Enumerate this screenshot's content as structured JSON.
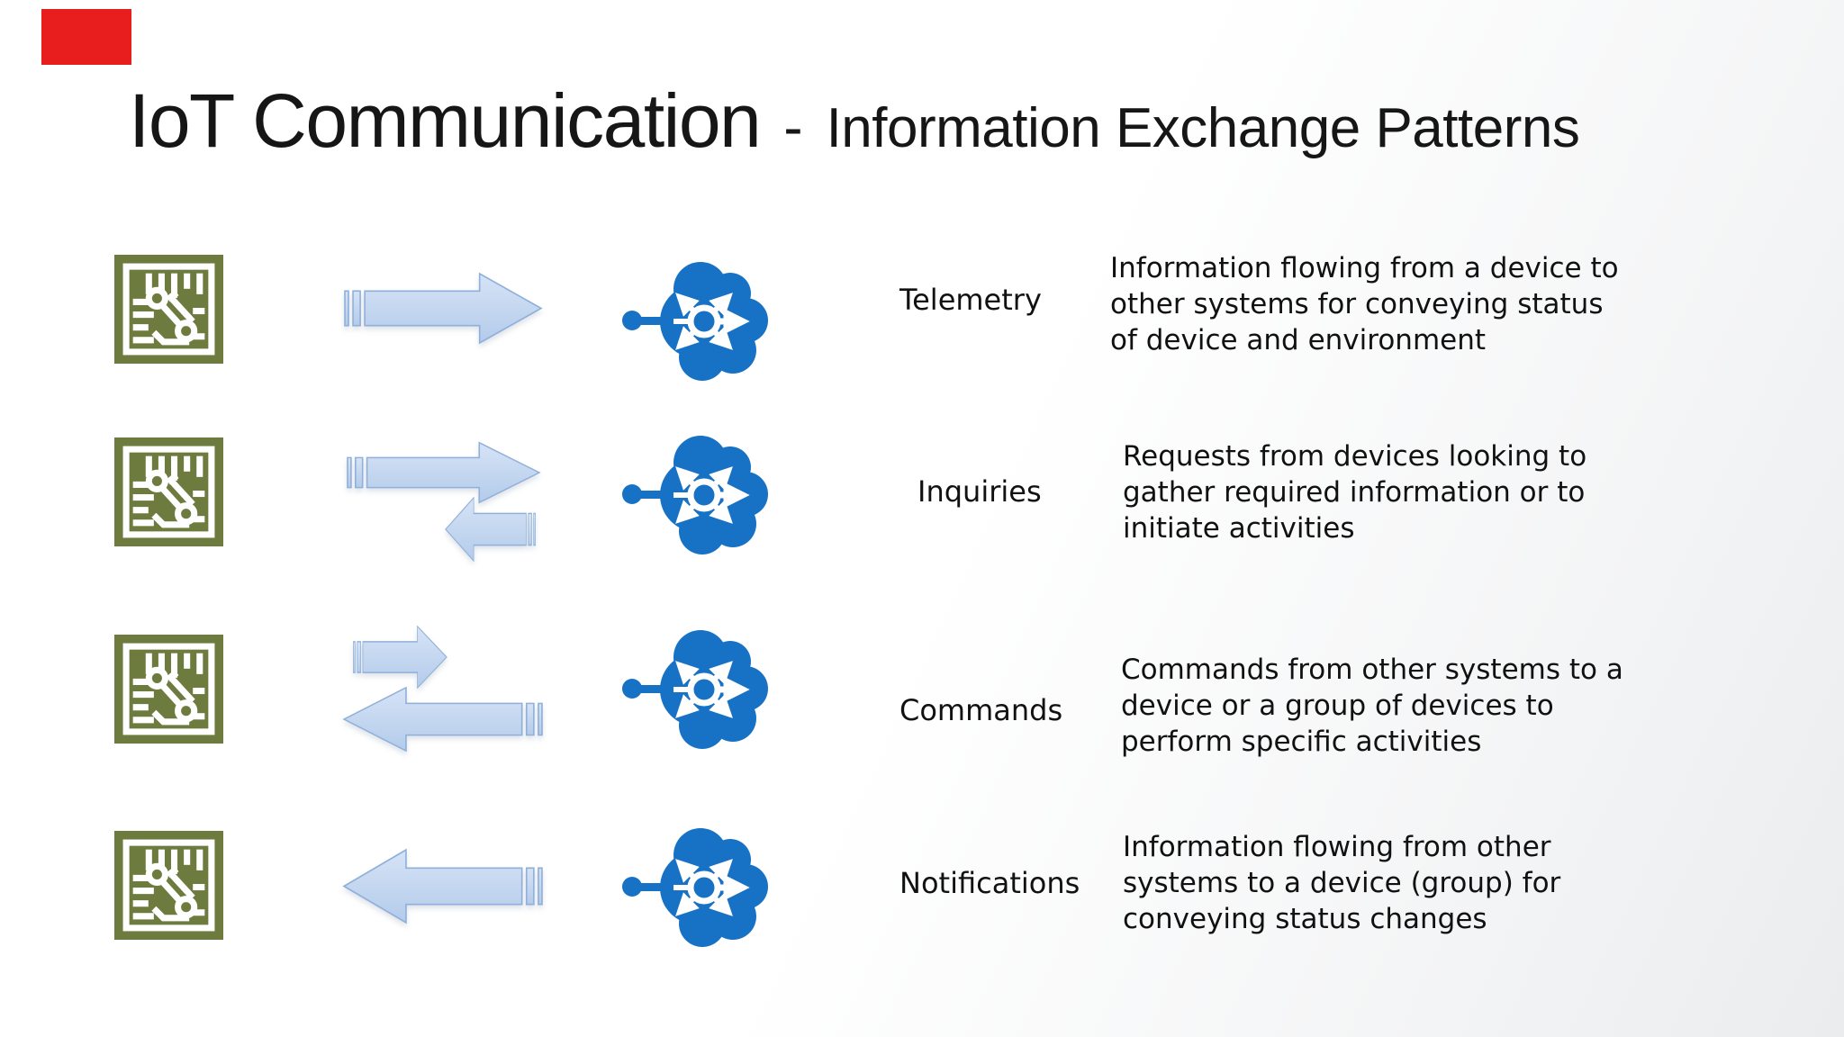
{
  "title": {
    "main": "IoT Communication",
    "separator": "-",
    "sub": "Information Exchange Patterns"
  },
  "recording_indicator": {
    "visible": true,
    "color": "#e81e1e"
  },
  "colors": {
    "device_icon": "#6d7c3e",
    "cloud_icon": "#1772c5",
    "arrow_fill_top": "#d3e1f5",
    "arrow_fill_bottom": "#b5cdeb",
    "arrow_border": "#8fb0da",
    "text": "#111111",
    "background": "#ffffff"
  },
  "icons": {
    "device": "circuit-board-icon",
    "cloud": "cloud-network-hub-icon"
  },
  "rows": [
    {
      "label": "Telemetry",
      "arrows": [
        "large-right"
      ],
      "description": "Information flowing from a device to other systems for conveying status of device and environment",
      "desc_lines": [
        "Information flowing from a device to",
        "other systems for conveying status",
        "of device and environment"
      ]
    },
    {
      "label": "Inquiries",
      "arrows": [
        "large-right",
        "small-left"
      ],
      "description": "Requests from devices looking to gather required information or to initiate activities",
      "desc_lines": [
        "Requests from devices looking to",
        "gather required information or to",
        "initiate activities"
      ]
    },
    {
      "label": "Commands",
      "arrows": [
        "small-right",
        "large-left"
      ],
      "description": "Commands from other systems to a device or a group of devices to perform specific activities",
      "desc_lines": [
        "Commands from other systems to a",
        "device or a group of devices to",
        "perform specific activities"
      ]
    },
    {
      "label": "Notifications",
      "arrows": [
        "large-left"
      ],
      "description": "Information flowing from other systems to a device (group) for conveying status changes",
      "desc_lines": [
        "Information flowing from other",
        "systems to a device (group) for",
        "conveying status changes"
      ]
    }
  ]
}
